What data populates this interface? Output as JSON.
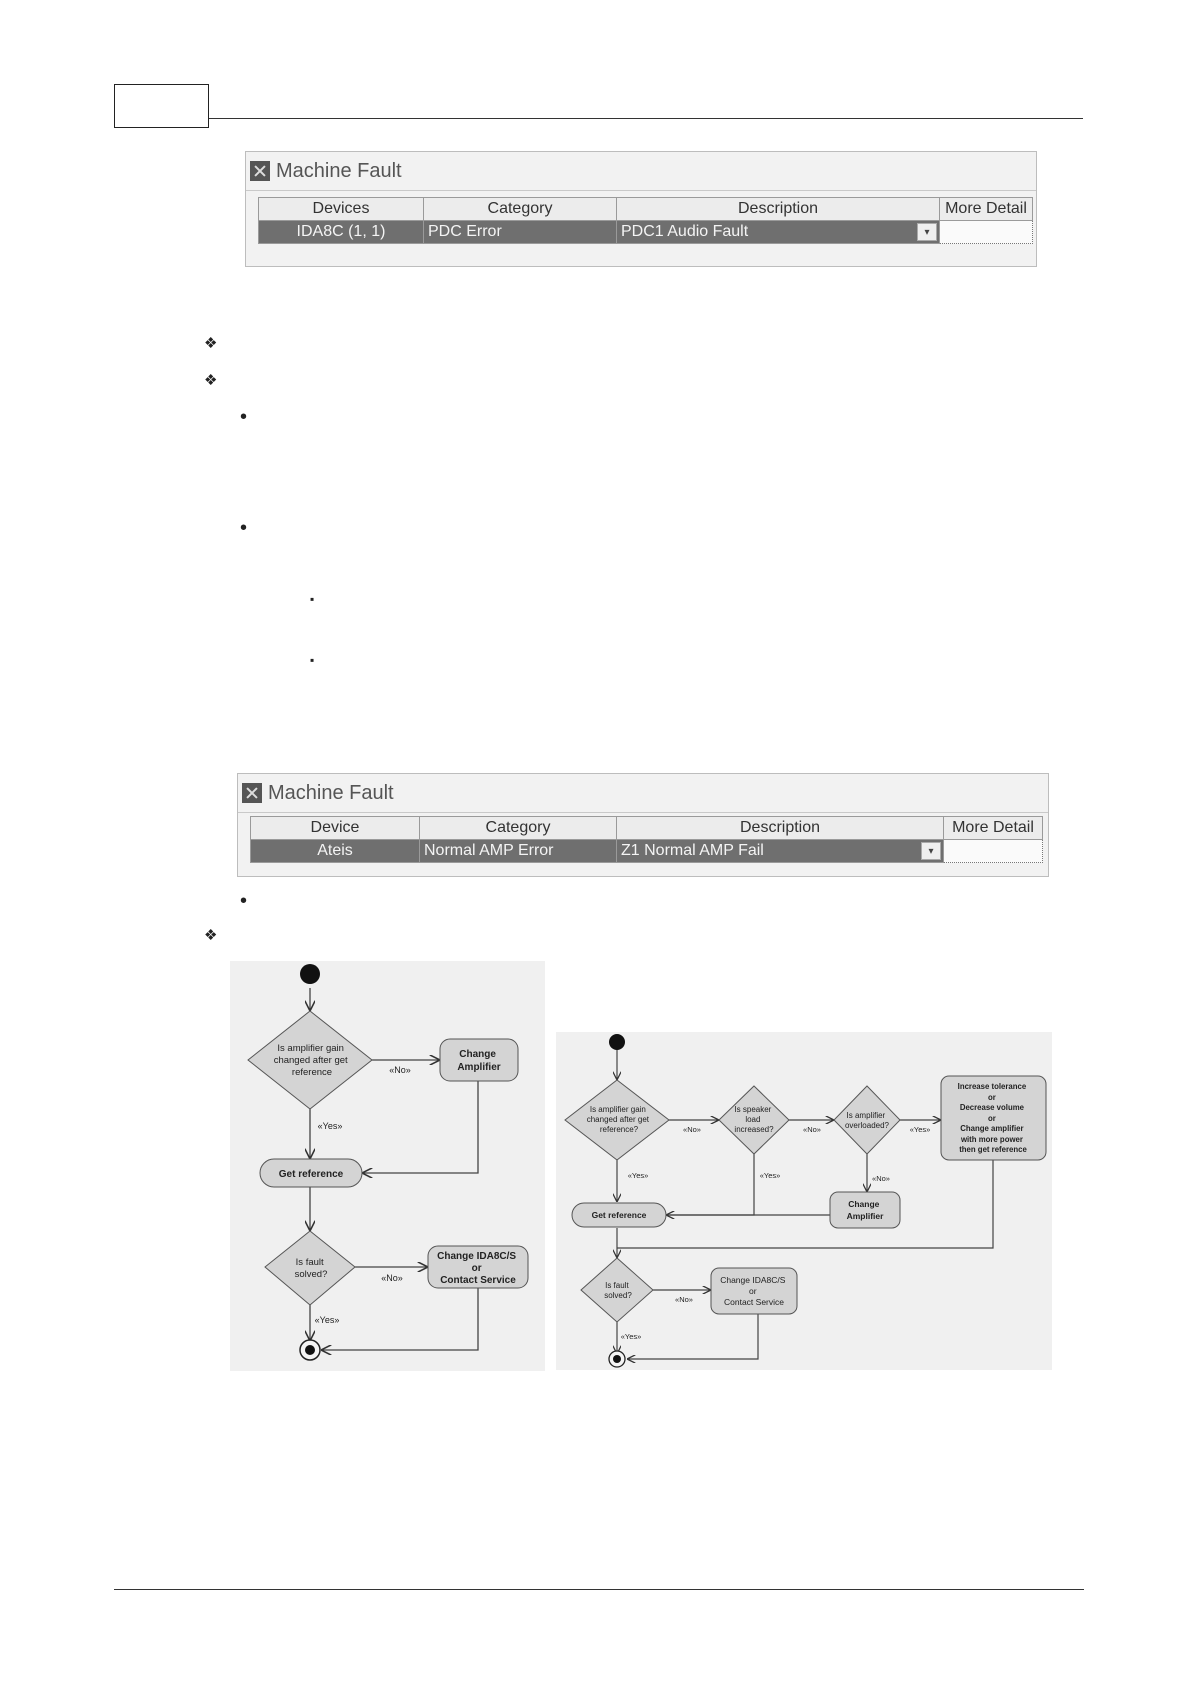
{
  "panel1": {
    "title": "Machine Fault",
    "columns": [
      "Devices",
      "Category",
      "Description",
      "More Detail"
    ],
    "row": {
      "device": "IDA8C (1, 1)",
      "category": "PDC Error",
      "description": "PDC1 Audio Fault",
      "detail": ""
    }
  },
  "panel2": {
    "title": "Machine Fault",
    "columns": [
      "Device",
      "Category",
      "Description",
      "More Detail"
    ],
    "row": {
      "device": "Ateis",
      "category": "Normal AMP Error",
      "description": "Z1 Normal AMP Fail",
      "detail": ""
    }
  },
  "glyphs": {
    "diamond": "❖",
    "dot": "•",
    "square": "▪",
    "dropdown": "▾"
  },
  "flow1": {
    "q1": [
      "Is amplifier gain",
      "changed after get",
      "reference"
    ],
    "change_amp": [
      "Change",
      "Amplifier"
    ],
    "no": "«No»",
    "yes": "«Yes»",
    "get_ref": "Get reference",
    "q2": [
      "Is fault",
      "solved?"
    ],
    "change_ida": [
      "Change IDA8C/S",
      "or",
      "Contact Service"
    ]
  },
  "flow2": {
    "q1": [
      "Is amplifier gain",
      "changed after get",
      "reference?"
    ],
    "q2": [
      "Is speaker",
      "load",
      "increased?"
    ],
    "q3": [
      "Is amplifier",
      "overloaded?"
    ],
    "tol": [
      "Increase tolerance",
      "or",
      "Decrease volume",
      "or",
      "Change amplifier",
      "with more power",
      "then get reference"
    ],
    "change_amp": [
      "Change",
      "Amplifier"
    ],
    "no": "«No»",
    "yes": "«Yes»",
    "get_ref": "Get reference",
    "q4": [
      "Is fault",
      "solved?"
    ],
    "change_ida": [
      "Change IDA8C/S",
      "or",
      "Contact Service"
    ]
  },
  "colors": {
    "row_selected": "#6f6f6f",
    "panel_bg": "#f2f2f2",
    "node_fill": "#d4d4d4"
  }
}
